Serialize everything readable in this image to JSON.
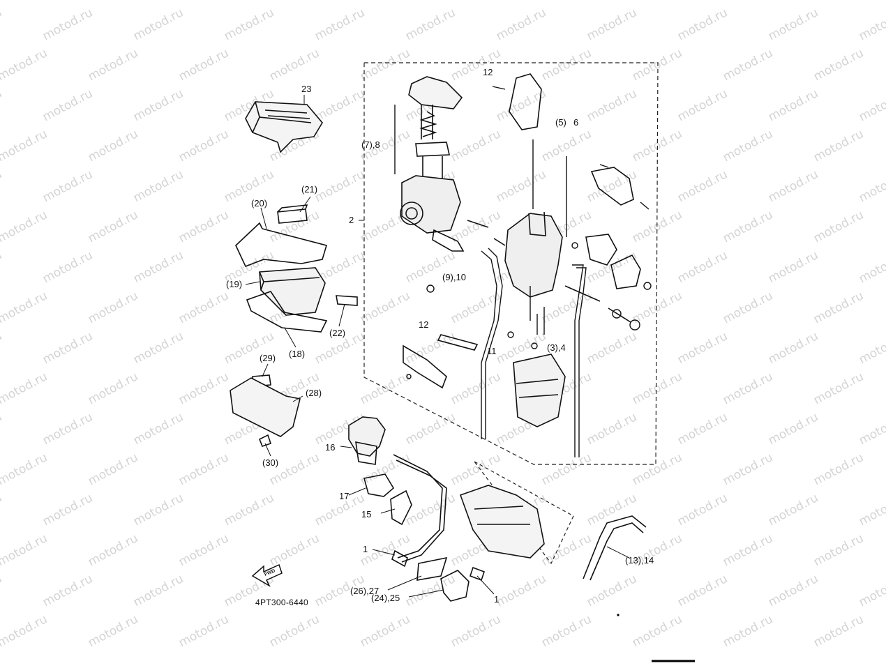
{
  "diagram": {
    "watermark_text": "motod.ru",
    "part_code": "4PT300-6440",
    "direction_arrow_label": "FWD",
    "callouts": [
      "23",
      "(21)",
      "(20)",
      "(19)",
      "(18)",
      "(22)",
      "(29)",
      "(28)",
      "(30)",
      "12",
      "(7),8",
      "(5)",
      "6",
      "2",
      "(9),10",
      "12",
      "11",
      "(3),4",
      "16",
      "17",
      "15",
      "1",
      "(26),27",
      "(24),25",
      "1",
      "(13),14"
    ]
  }
}
